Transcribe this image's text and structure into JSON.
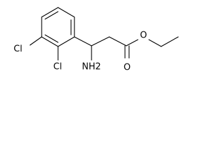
{
  "structure": {
    "atoms": {
      "cl_top": "Cl",
      "cl_bottom": "Cl",
      "amine": "NH2",
      "ester_oxygen": "O",
      "carbonyl_oxygen": "O"
    }
  },
  "colors": {
    "stroke": "#000000",
    "background": "#ffffff"
  }
}
